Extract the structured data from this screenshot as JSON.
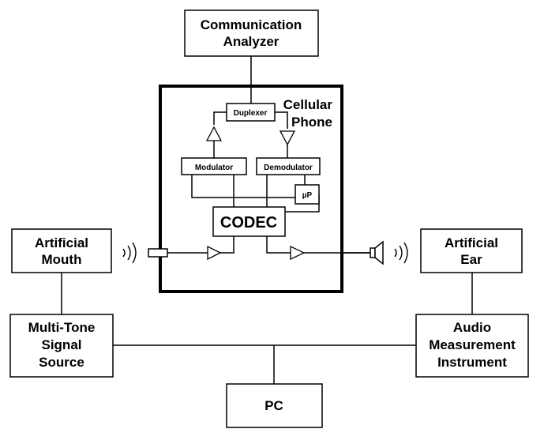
{
  "blocks": {
    "communication_analyzer": {
      "line1": "Communication",
      "line2": "Analyzer"
    },
    "cellular_phone": {
      "line1": "Cellular",
      "line2": "Phone"
    },
    "duplexer": "Duplexer",
    "modulator": "Modulator",
    "demodulator": "Demodulator",
    "microprocessor": "µP",
    "codec": "CODEC",
    "artificial_mouth": {
      "line1": "Artificial",
      "line2": "Mouth"
    },
    "artificial_ear": {
      "line1": "Artificial",
      "line2": "Ear"
    },
    "signal_source": {
      "line1": "Multi-Tone",
      "line2": "Signal",
      "line3": "Source"
    },
    "audio_instrument": {
      "line1": "Audio",
      "line2": "Measurement",
      "line3": "Instrument"
    },
    "pc": "PC"
  },
  "colors": {
    "stroke": "#000000",
    "fill": "#ffffff"
  },
  "icons": [
    "sound-waves-icon",
    "microphone-icon",
    "speaker-icon",
    "amplifier-icon"
  ]
}
